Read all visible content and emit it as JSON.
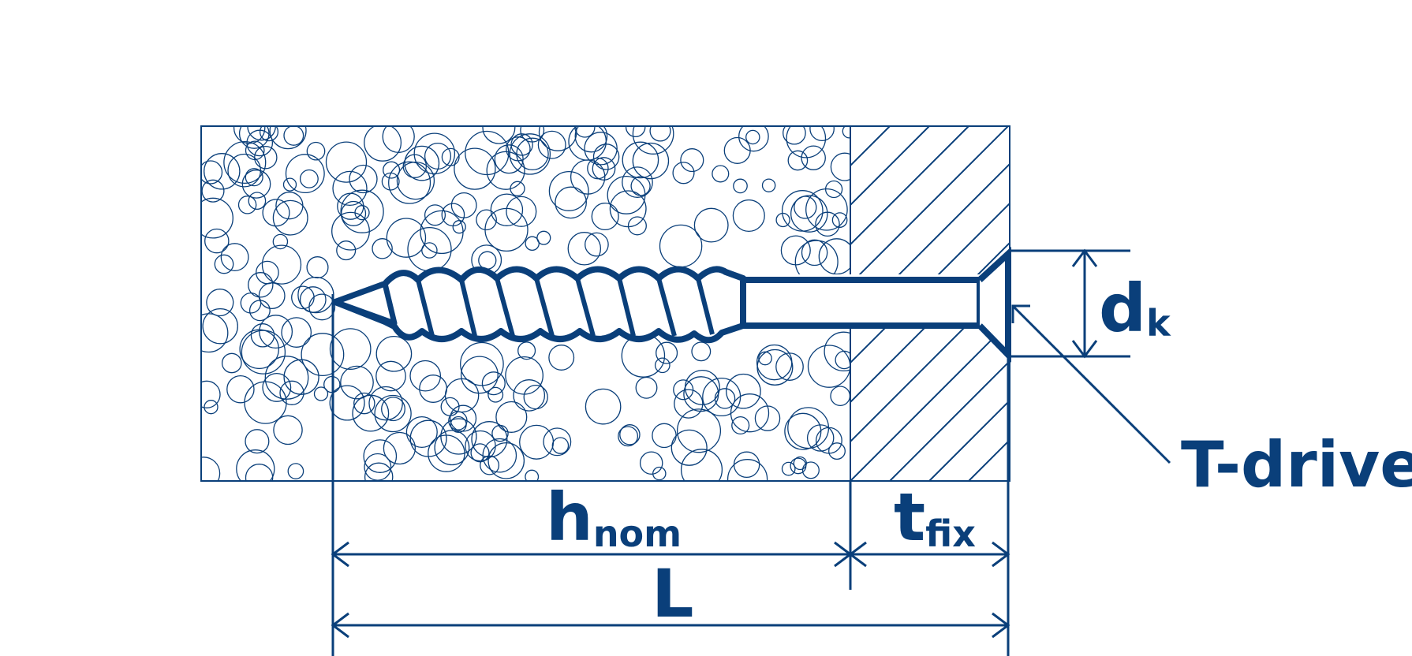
{
  "labels": {
    "h_main": "h",
    "h_sub": "nom",
    "t_main": "t",
    "t_sub": "fix",
    "L": "L",
    "d_main": "d",
    "d_sub": "k",
    "drive": "T-drive"
  },
  "colors": {
    "stroke": "#0a3f7a",
    "background": "#ffffff"
  }
}
